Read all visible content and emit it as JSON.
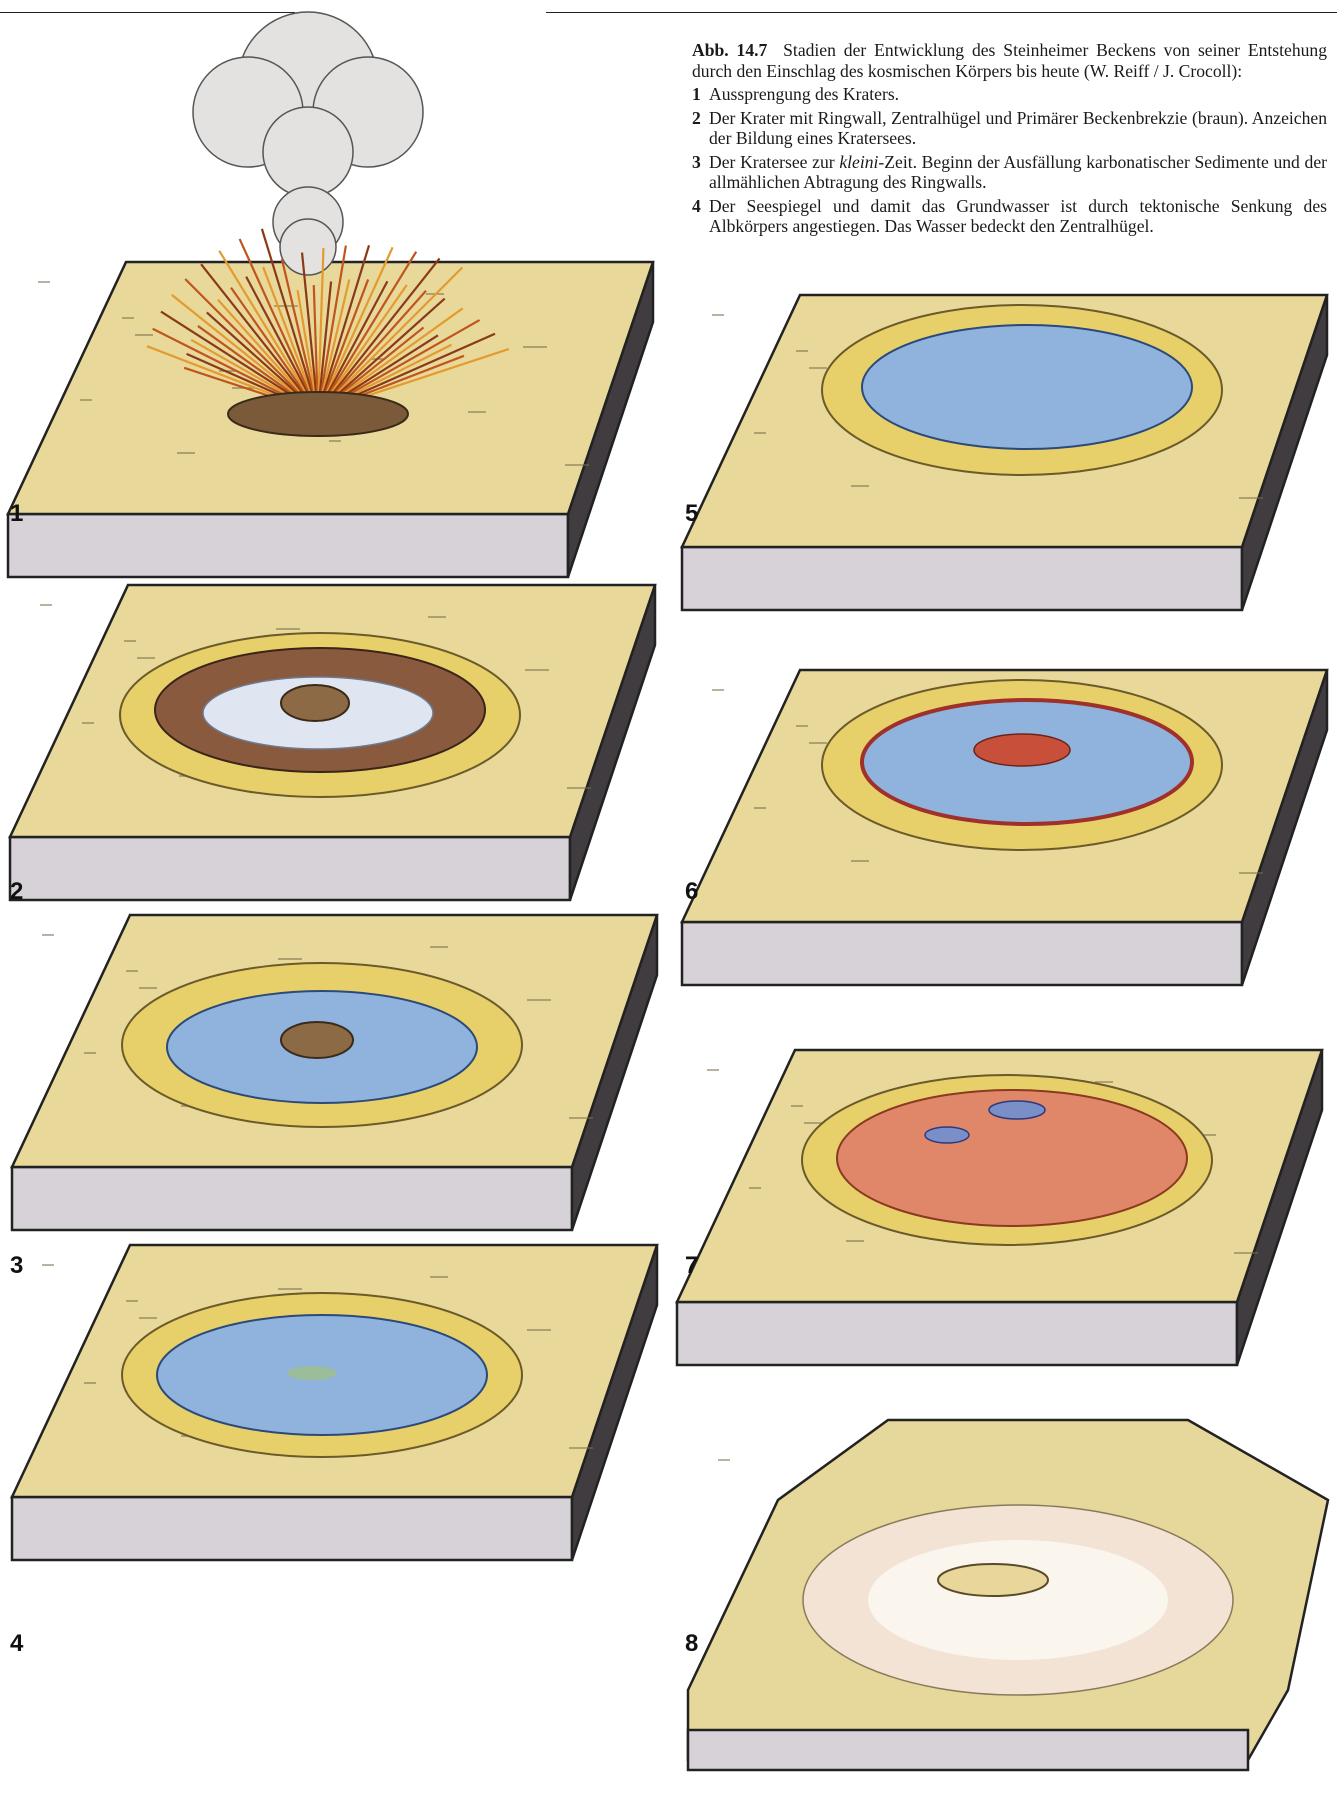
{
  "caption": {
    "figure_label": "Abb. 14.7",
    "intro": "Stadien der Entwicklung des Steinheimer Beckens von seiner Entstehung durch den Einschlag des kosmischen Körpers bis heute (W. Reiff / J. Crocoll):",
    "items": [
      {
        "num": "1",
        "text_html": "Aussprengung des Kraters."
      },
      {
        "num": "2",
        "text_html": "Der Krater mit Ringwall, Zentralhügel und Primärer Beckenbrekzie (braun). Anzeichen der Bildung eines Kratersees."
      },
      {
        "num": "3",
        "text_html": "Der Kratersee zur <i>kleini</i>-Zeit. Beginn der Ausfällung karbonatischer Sedimente und der allmählichen Abtragung des Ringwalls."
      },
      {
        "num": "4",
        "text_html": "Der Seespiegel und damit das Grundwasser ist durch tektonische Senkung des Albkörpers angestiegen. Das Wasser bedeckt den Zentralhügel."
      }
    ]
  },
  "panels": [
    {
      "label": "1",
      "stage": "explosion"
    },
    {
      "label": "2",
      "stage": "crater-breccia"
    },
    {
      "label": "3",
      "stage": "crater-lake"
    },
    {
      "label": "4",
      "stage": "lake-risen"
    },
    {
      "label": "5",
      "stage": "lake-full"
    },
    {
      "label": "6",
      "stage": "lake-island"
    },
    {
      "label": "7",
      "stage": "silting"
    },
    {
      "label": "8",
      "stage": "eroded-basin"
    }
  ],
  "colors": {
    "ground": "#e8d99a",
    "side": "#d6d2d8",
    "water": "#8fb3dd",
    "rim": "#e7cf6a",
    "breccia": "#8a5a3e",
    "sediment": "#e0876a",
    "hill": "#8c6a45"
  }
}
